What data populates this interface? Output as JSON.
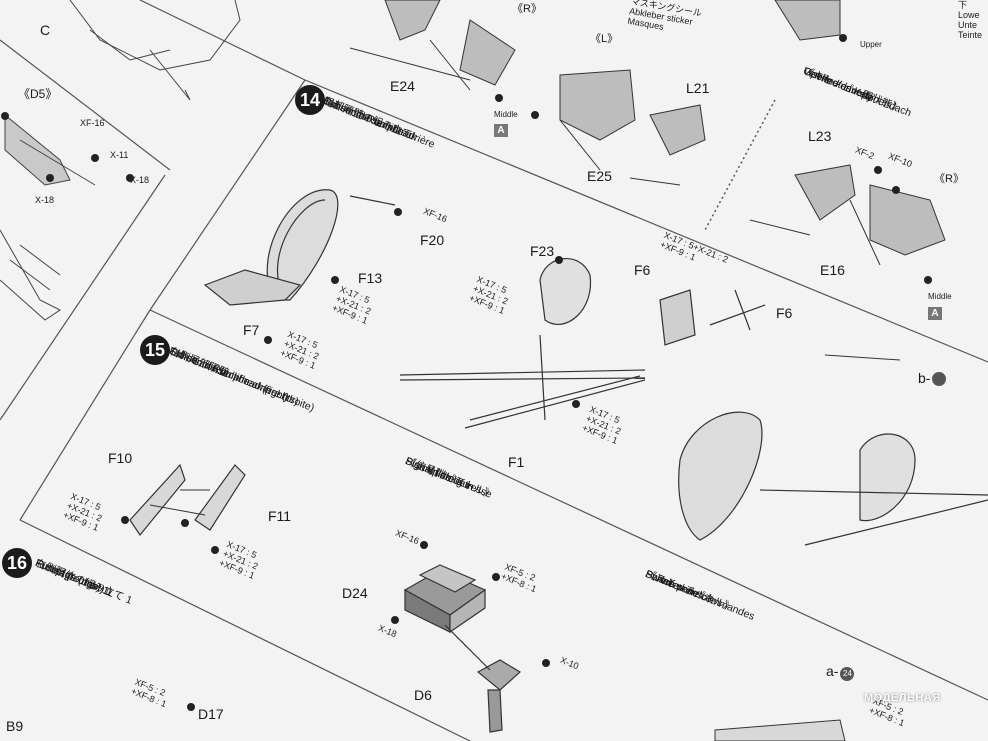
{
  "page_number": "B9",
  "watermark": "МОДЕЛЬНАЯ",
  "step14": {
    "number": "14",
    "title_jp": "尾部隔壁の組み立て",
    "title_en": "Tail section bulkhead",
    "title_de": "Schott im Rumpfheck",
    "title_fr": "Cloison de section arrière",
    "parts": {
      "f13": "F13",
      "f20": "F20",
      "f7": "F7",
      "f23": "F23",
      "f6a": "F6",
      "f6b": "F6",
      "f1": "F1"
    },
    "paints": {
      "xf16": "XF-16",
      "mix_f13": "X-17 : 5\n+X-21 : 2\n+XF-9 : 1",
      "mix_f7": "X-17 : 5\n+X-21 : 2\n+XF-9 : 1",
      "mix_f23": "X-17 : 5\n+X-21 : 2\n+XF-9 : 1",
      "mix_f6": "X-17 : 5+X-21 : 2\n+XF-9 : 1",
      "mix_f1": "X-17 : 5\n+X-21 : 2\n+XF-9 : 1"
    }
  },
  "step15": {
    "number": "15",
    "title_jp": "右側尾部隔壁",
    "title_en": "Tail section bulkhead (right)",
    "title_de": "Schott im Rumpfheck (rechts)",
    "title_fr": "Cloison de section arrière (droite)",
    "parts": {
      "f10": "F10",
      "f11": "F11"
    },
    "paints": {
      "mix_f10": "X-17 : 5\n+X-21 : 2\n+XF-9 : 1",
      "mix_f11": "X-17 : 5\n+X-21 : 2\n+XF-9 : 1"
    }
  },
  "signal_gun": {
    "title_jp": "《信号弾ピストル》",
    "title_en": "Signal flare gun",
    "title_de": "Signalpistole",
    "title_fr": "Pistolet de détresse",
    "parts": {
      "d24": "D24",
      "d6": "D6"
    },
    "paints": {
      "xf16": "XF-16",
      "mix": "XF-5 : 2\n+XF-8 : 1",
      "x18": "X-18",
      "x10": "X-10"
    }
  },
  "switch_panel": {
    "title_jp": "《スイッチパネル》",
    "title_en": "Switch panel",
    "title_de": "Schalterkonsole",
    "title_fr": "Panneau de commandes",
    "decal": "a-",
    "decal_no": "24",
    "paints": {
      "mix": "XF-5 : 2\n+XF-8 : 1"
    }
  },
  "step16": {
    "number": "16",
    "title_jp": "右側胴体の組み立て 1",
    "title_en": "Fuselage (right) 1",
    "title_de": "Rumpf (rechts) 1",
    "title_fr": "Fuselage (droit) 1",
    "parts": {
      "d17": "D17"
    },
    "paints": {
      "mix": "XF-5 : 2\n+XF-8 : 1"
    }
  },
  "canopy": {
    "title_jp": "《キャノピー開状態》",
    "title_en": "Opened canopy",
    "title_de": "Geöffnetes Kabinendach",
    "title_fr": "Verrière ouverte",
    "parts": {
      "l23": "L23",
      "e16": "E16",
      "l21": "L21",
      "e24": "E24",
      "e25": "E25"
    },
    "paints": {
      "xf2": "XF-2",
      "xf10": "XF-10"
    },
    "side_r": "《R》",
    "side_l": "《L》",
    "upper": "Upper",
    "middle": "Middle",
    "badge": "A"
  },
  "masking": {
    "jp": "マスキングシール",
    "en": "Abkleber sticker",
    "fr": "Masques"
  },
  "top_right": {
    "l1": "下",
    "l2": "Lowe",
    "l3": "Unte",
    "l4": "Teinte"
  },
  "left_col": {
    "d5": "《D5》",
    "c": "C",
    "xf16": "XF-16",
    "x11": "X-11",
    "x18a": "X-18",
    "x18b": "X-18",
    "b10": "b-"
  }
}
